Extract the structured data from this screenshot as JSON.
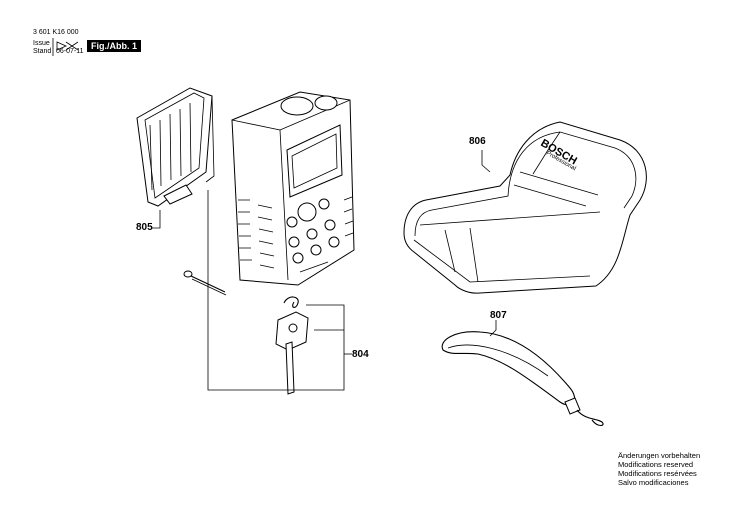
{
  "header": {
    "part_number": "3 601 K16 000",
    "issue_label": "Issue",
    "stand_label": "Stand",
    "stand_date": "06-07-11",
    "figure_label": "Fig./Abb. 1"
  },
  "callouts": {
    "p805": "805",
    "p806": "806",
    "p807": "807",
    "p804": "804"
  },
  "brand": {
    "name": "BOSCH",
    "subline": "Professional"
  },
  "notes": [
    "Änderungen vorbehalten",
    "Modifications reserved",
    "Modifications resérvées",
    "Salvo modificaciones"
  ]
}
